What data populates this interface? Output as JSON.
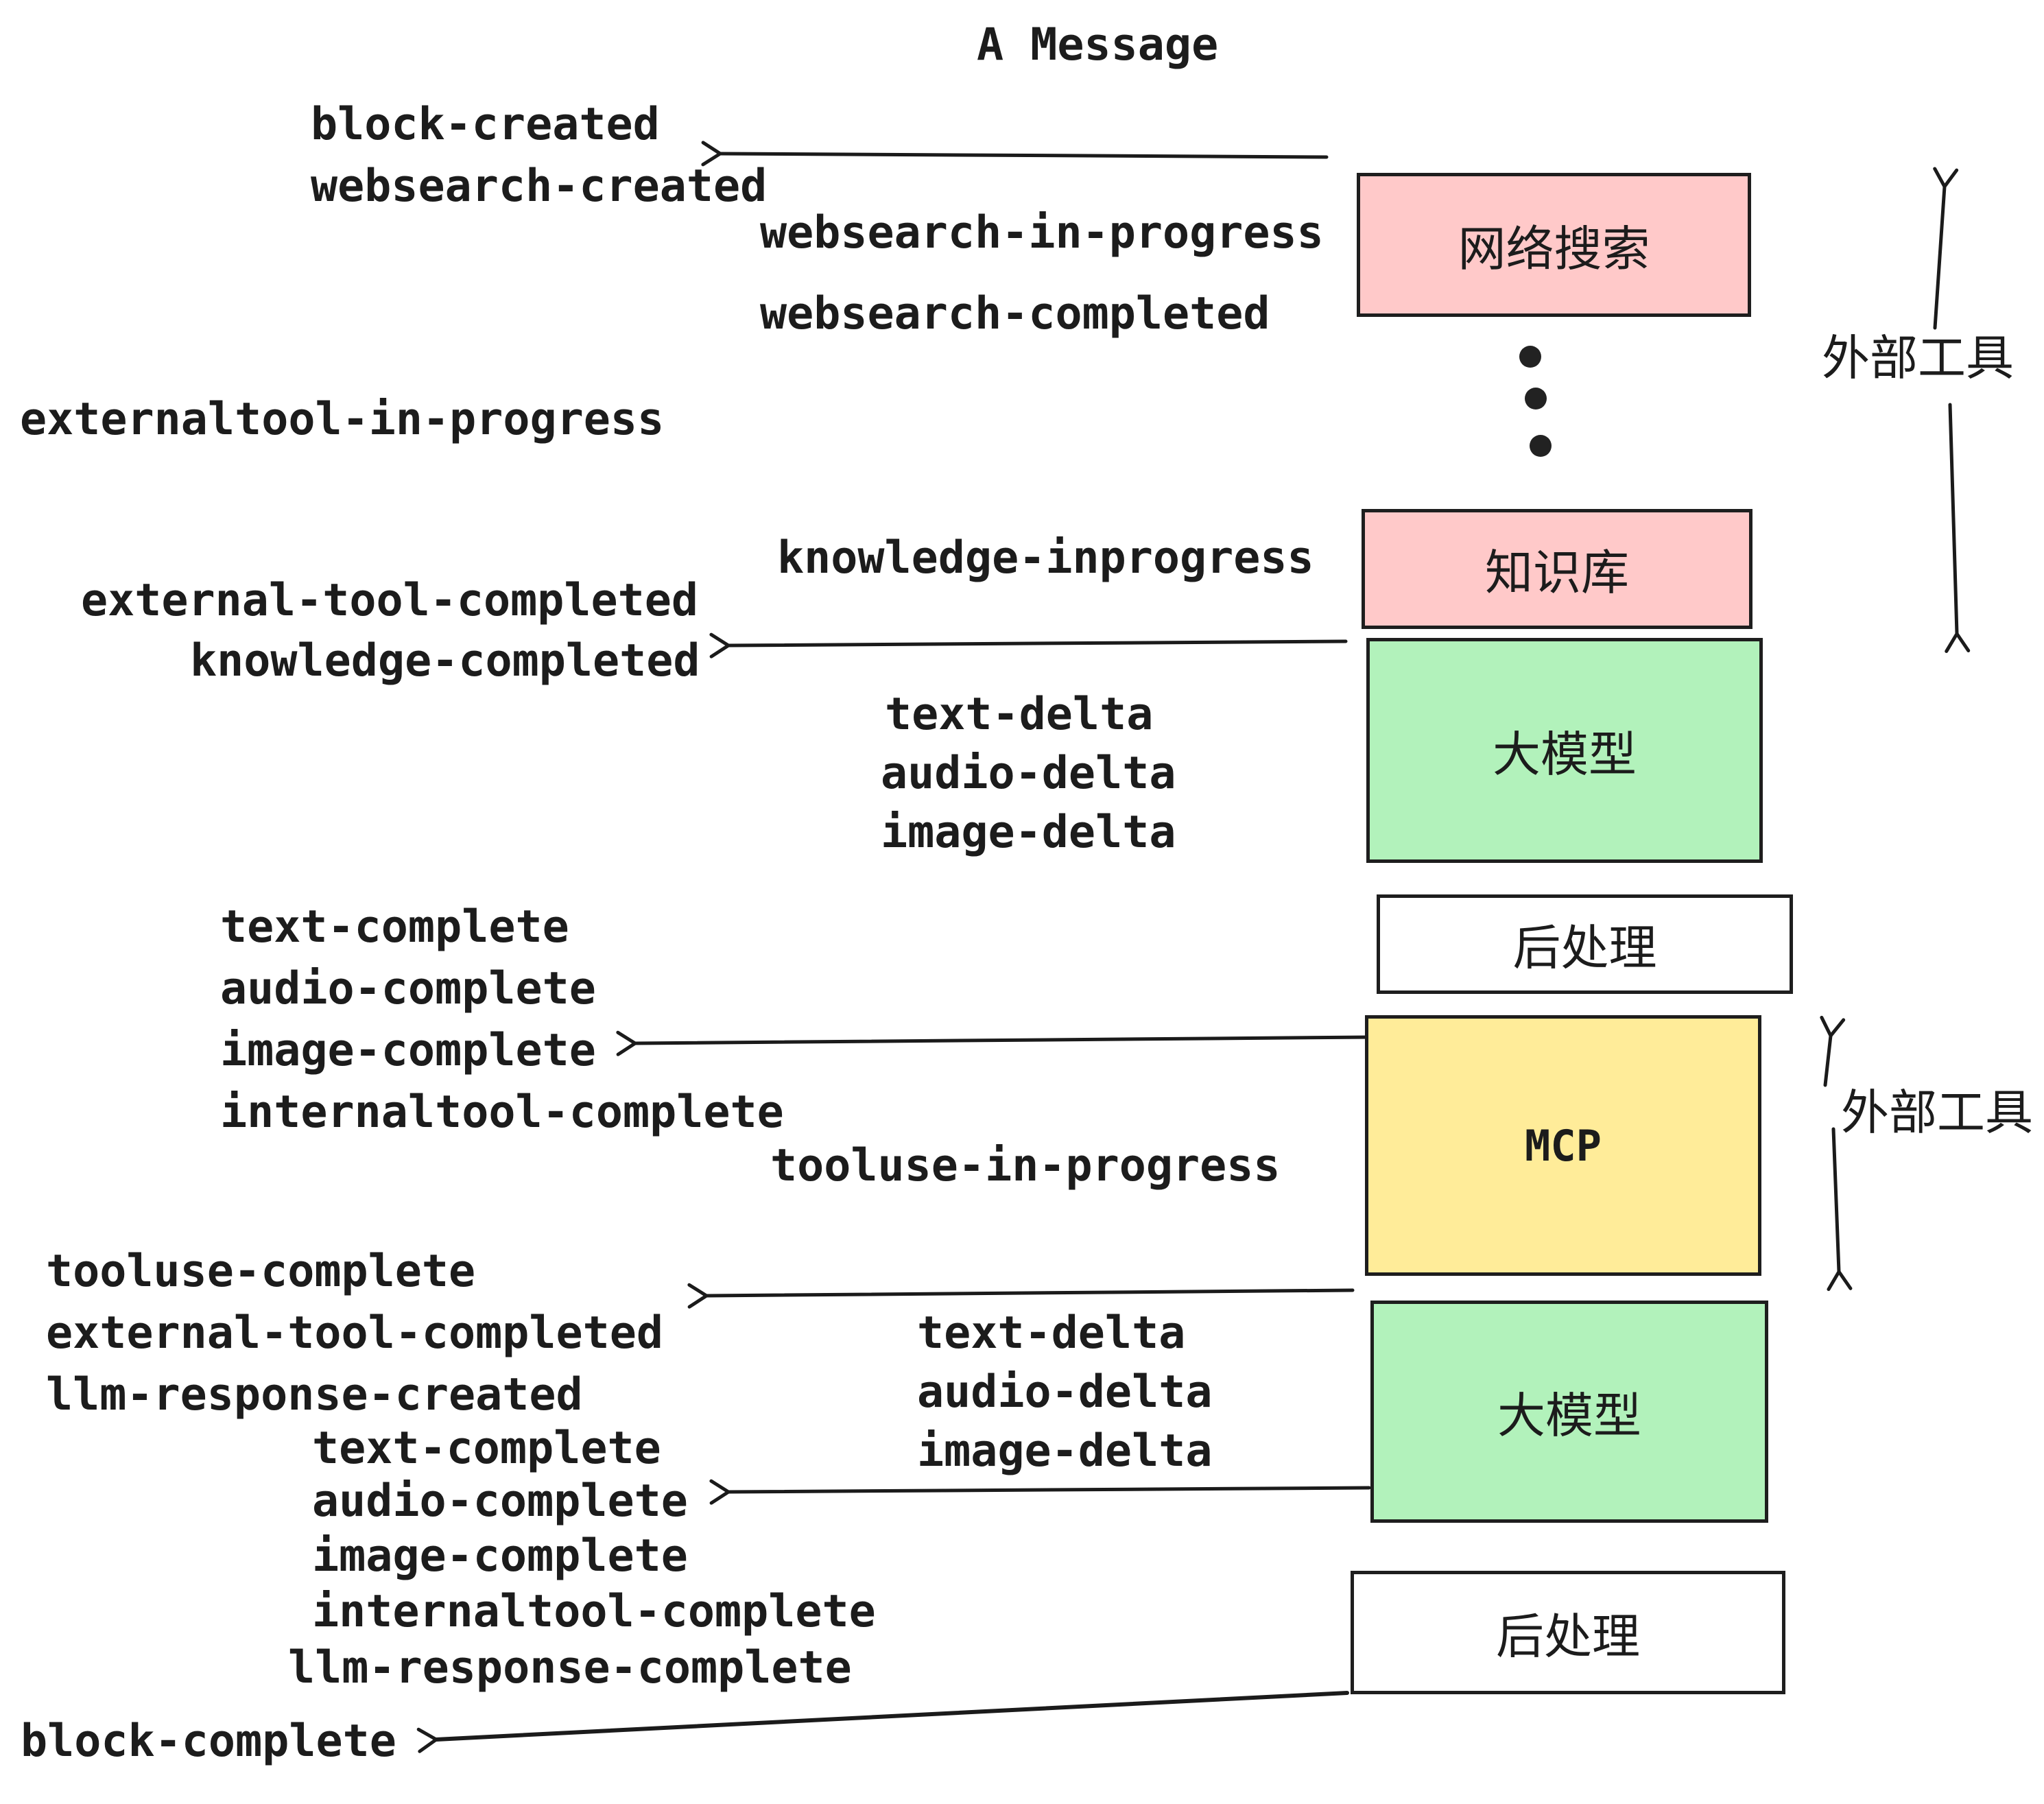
{
  "title": "A Message",
  "colors": {
    "background": "#ffffff",
    "text": "#1c1c1c",
    "box_border": "#1e1e1e",
    "box_pink": "#ffc9c9",
    "box_green": "#b2f2bb",
    "box_yellow": "#ffec99",
    "box_white": "#ffffff"
  },
  "icons": {
    "vertical_ellipsis": "⋮"
  },
  "boxes": {
    "websearch": {
      "label": "网络搜索",
      "fill": "#ffc9c9"
    },
    "knowledge": {
      "label": "知识库",
      "fill": "#ffc9c9"
    },
    "llm_top": {
      "label": "大模型",
      "fill": "#b2f2bb"
    },
    "post_top": {
      "label": "后处理",
      "fill": "#ffffff"
    },
    "mcp": {
      "label": "MCP",
      "fill": "#ffec99"
    },
    "llm_bottom": {
      "label": "大模型",
      "fill": "#b2f2bb"
    },
    "post_bottom": {
      "label": "后处理",
      "fill": "#ffffff"
    }
  },
  "side_labels": {
    "external_tools_top": "外部工具",
    "external_tools_bottom": "外部工具"
  },
  "events": {
    "block_created": "block-created",
    "websearch_created": "websearch-created",
    "websearch_in_progress": "websearch-in-progress",
    "websearch_completed": "websearch-completed",
    "externaltool_in_progress": "externaltool-in-progress",
    "knowledge_inprogress": "knowledge-inprogress",
    "external_tool_completed": "external-tool-completed",
    "knowledge_completed": "knowledge-completed",
    "text_delta": "text-delta",
    "audio_delta": "audio-delta",
    "image_delta": "image-delta",
    "text_complete": "text-complete",
    "audio_complete": "audio-complete",
    "image_complete": "image-complete",
    "internaltool_complete": "internaltool-complete",
    "tooluse_in_progress": "tooluse-in-progress",
    "tooluse_complete": "tooluse-complete",
    "llm_response_created": "llm-response-created",
    "llm_response_complete": "llm-response-complete",
    "block_complete": "block-complete"
  }
}
